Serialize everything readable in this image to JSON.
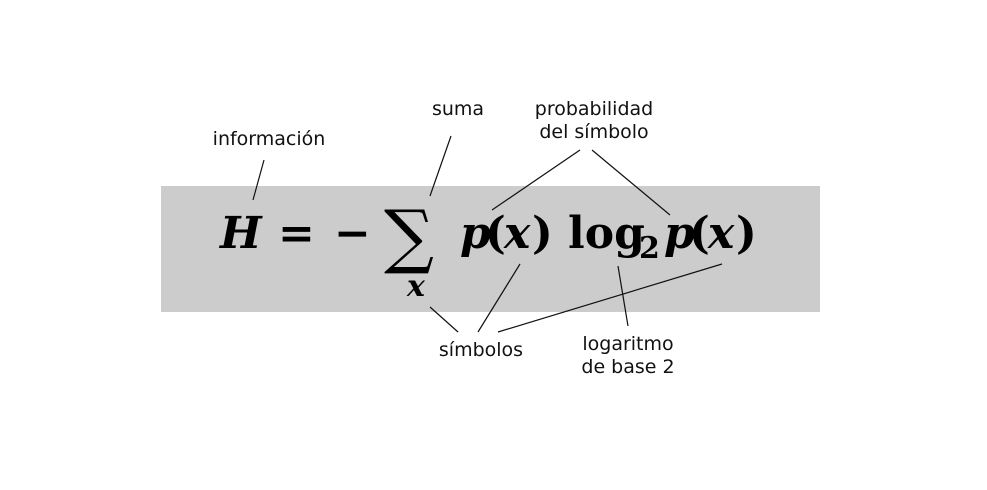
{
  "formula": {
    "H": "H",
    "equals": "=",
    "minus": "−",
    "sum_sign": "∑",
    "sum_index": "x",
    "p1": "p",
    "paren1_open": "(",
    "x1": "x",
    "paren1_close": ")",
    "log": "log",
    "log_base": "2",
    "p2": "p",
    "paren2_open": "(",
    "x2": "x",
    "paren2_close": ")"
  },
  "annotations": {
    "informacion": "información",
    "suma": "suma",
    "probabilidad": "probabilidad\ndel símbolo",
    "simbolos": "símbolos",
    "logaritmo": "logaritmo\nde base 2"
  },
  "colors": {
    "band": "#cccccc",
    "text": "#111111"
  }
}
